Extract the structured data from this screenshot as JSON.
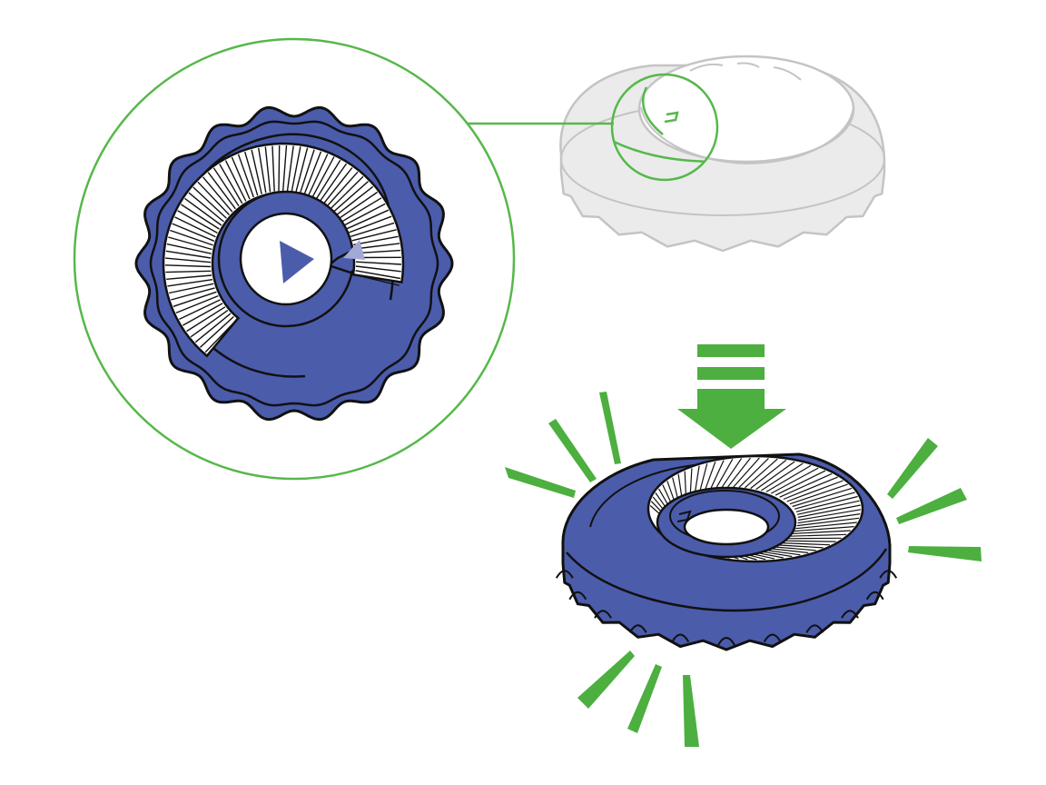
{
  "colors": {
    "background": "#ffffff",
    "part_blue": "#4b5cab",
    "outline": "#111111",
    "accent_green": "#4caf3f",
    "callout_green": "#56b84a",
    "ghost_fill": "#ebebeb",
    "ghost_stroke": "#c4c4c4",
    "marker_light": "#a3a9d6"
  },
  "icons": {
    "zoom_callout": "magnifier-circle",
    "press_direction": "down-arrow",
    "impact": "burst-lines",
    "align_marker": "triangle"
  }
}
